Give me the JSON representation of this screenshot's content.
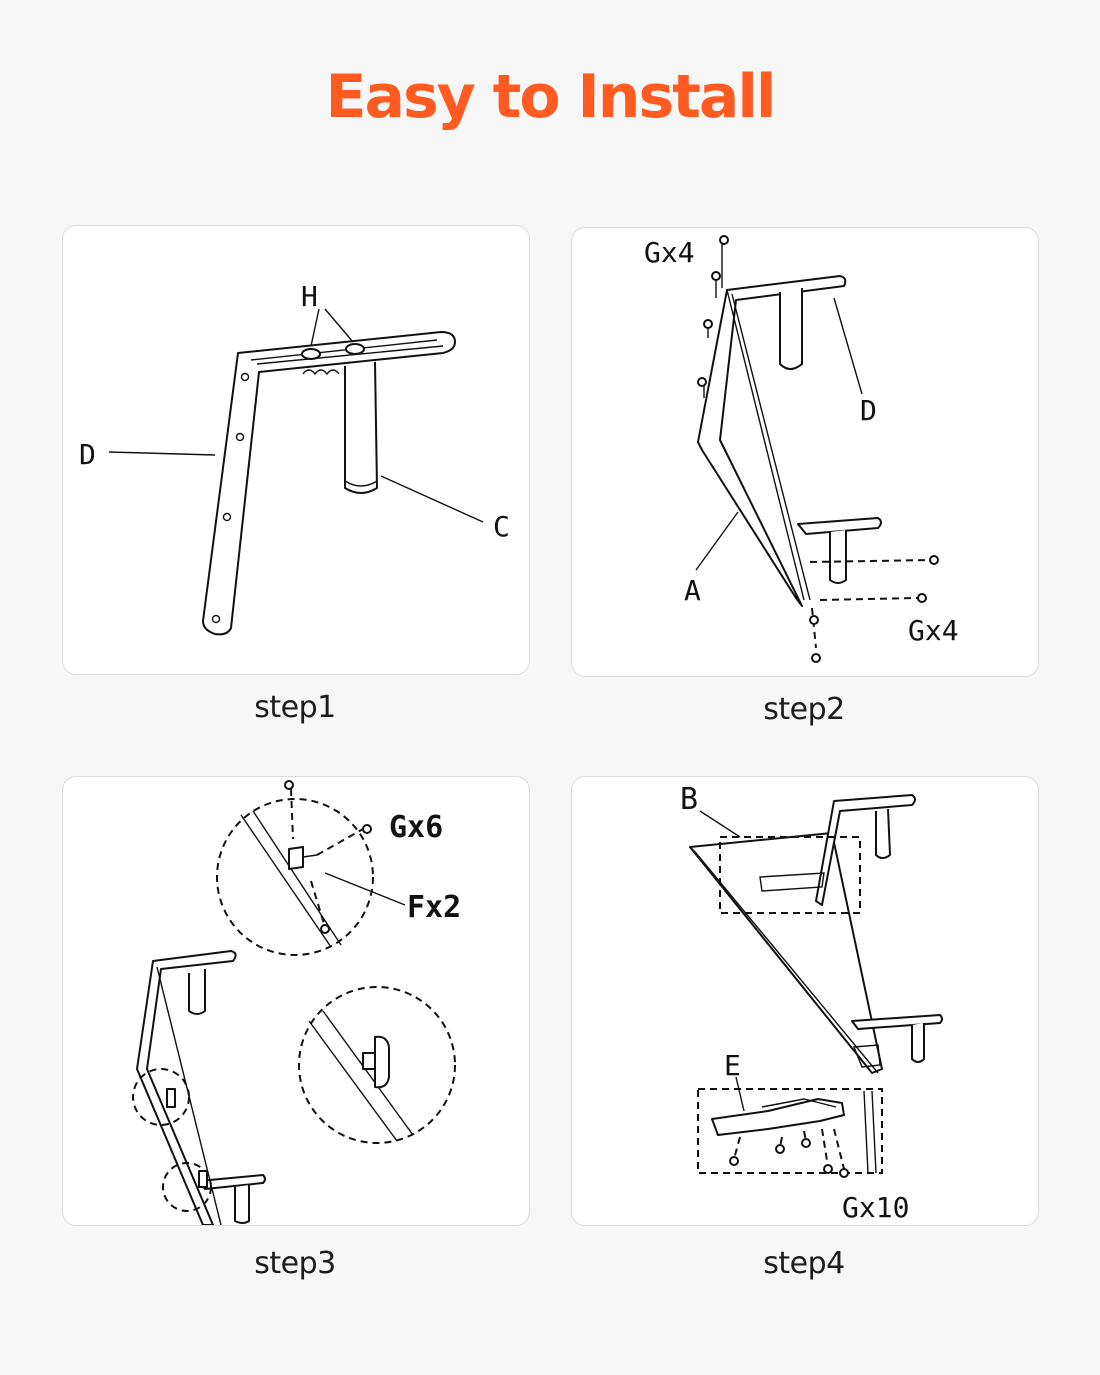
{
  "title": "Easy to Install",
  "accent_color": "#ff5a1f",
  "steps": [
    {
      "caption": "step1",
      "labels": {
        "h": "H",
        "d": "D",
        "c": "C"
      }
    },
    {
      "caption": "step2",
      "labels": {
        "g_top": "Gx4",
        "d": "D",
        "a": "A",
        "g_bottom": "Gx4"
      }
    },
    {
      "caption": "step3",
      "labels": {
        "g": "Gx6",
        "f": "Fx2"
      }
    },
    {
      "caption": "step4",
      "labels": {
        "b": "B",
        "e": "E",
        "g": "Gx10"
      }
    }
  ]
}
